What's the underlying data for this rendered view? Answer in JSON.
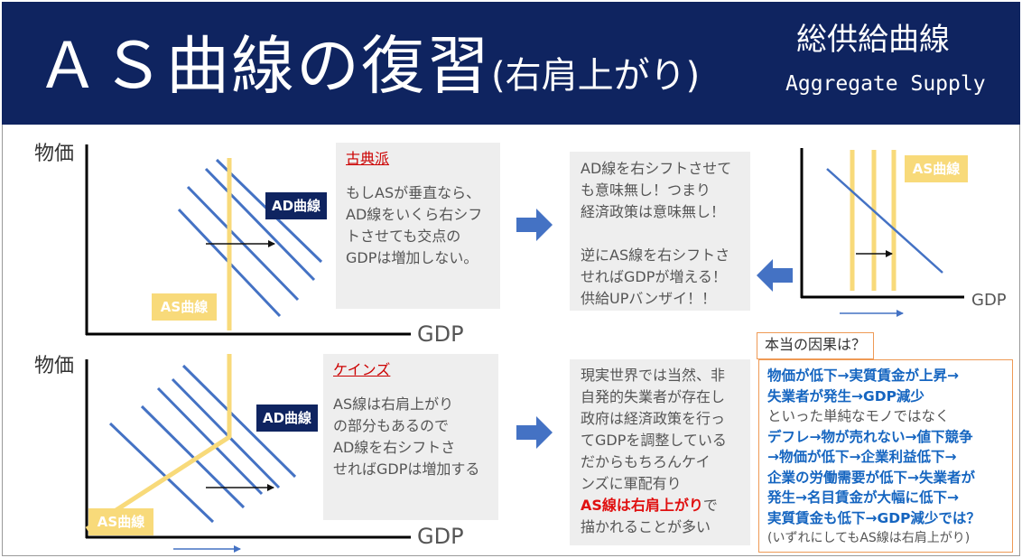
{
  "header": {
    "title": "ＡＳ曲線の復習",
    "title_suffix": "(右肩上がり)",
    "subtitle_ja": "総供給曲線",
    "subtitle_en": "Aggregate Supply"
  },
  "top_left": {
    "y_axis": "物価",
    "x_axis": "GDP",
    "ad_tag": "AD曲線",
    "as_tag": "AS曲線",
    "note_heading": "古典派",
    "note_lines": [
      "もしASが垂直なら、",
      "AD線をいくら右シフ",
      "トさせても交点の",
      "GDPは増加しない。"
    ]
  },
  "top_middle": {
    "lines_a": [
      "AD線を右シフトさせて",
      "も意味無し！つまり",
      "経済政策は意味無し！"
    ],
    "lines_b": [
      "逆にAS線を右シフトさ",
      "せればGDPが増える！",
      "供給UPバンザイ！！"
    ]
  },
  "top_right": {
    "x_axis": "GDP",
    "as_tag": "AS曲線"
  },
  "bottom_left": {
    "y_axis": "物価",
    "x_axis": "GDP",
    "ad_tag": "AD曲線",
    "as_tag": "AS曲線",
    "note_heading": "ケインズ",
    "note_lines": [
      "AS線は右肩上がり",
      "の部分もあるので",
      "AD線を右シフトさ",
      "せればGDPは増加する"
    ]
  },
  "bottom_middle": {
    "lines": [
      "現実世界では当然、非",
      "自発的失業者が存在し",
      "政府は経済政策を行っ",
      "てGDPを調整している",
      "だからもちろんケイ",
      "ンズに軍配有り"
    ],
    "red_text": "AS線は右肩上がり",
    "red_tail": "で",
    "last_line": "描かれることが多い"
  },
  "causality": {
    "question": "本当の因果は？",
    "lines": [
      "物価が低下→実質賃金が上昇→",
      "失業者が発生→GDP減少",
      "といった単純なモノではなく",
      "デフレ→物が売れない→値下競争",
      "→物価が低下→企業利益低下→",
      "企業の労働需要が低下→失業者が",
      "発生→名目賃金が大幅に低下→",
      "実質賃金も低下→GDP減少では？",
      "(いずれにしてもAS線は右肩上がり)"
    ]
  },
  "colors": {
    "header_bg": "#0f2460",
    "ad_tag_bg": "#0f2460",
    "as_tag_bg": "#f8da7a",
    "as_line": "#f8da7a",
    "ad_line": "#4472c4",
    "arrow_fill": "#4472c4",
    "note_bg": "#eeeeee",
    "heading_red": "#cc0000",
    "emphasis_red": "#e01010",
    "text_blue": "#1565c0",
    "box_border": "#ef9a55"
  },
  "icons": {
    "shift_arrow": "right-arrow-icon",
    "flow_arrow": "block-arrow-icon"
  }
}
